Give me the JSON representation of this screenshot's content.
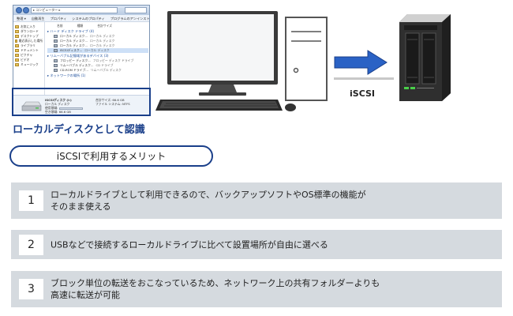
{
  "explorer": {
    "path": "▸ コンピューター ▸",
    "menu": [
      "整理 ▾",
      "自動再生",
      "プロパティ",
      "システムのプロパティ",
      "プログラムのアンインストールと変更"
    ],
    "sidebar": [
      "お気に入り",
      "ダウンロード",
      "デスクトップ",
      "最近表示した場所",
      "",
      "ライブラリ",
      "ドキュメント",
      "ピクチャ",
      "ビデオ",
      "ミュージック"
    ],
    "columns": [
      "名前",
      "種類",
      "合計サイズ"
    ],
    "group_hdd": "▸ ハード ディスク ドライブ (4)",
    "hdd_rows": [
      {
        "name": "ローカル ディスク...",
        "type": "ローカル ディスク"
      },
      {
        "name": "ローカル ディスク...",
        "type": "ローカル ディスク"
      },
      {
        "name": "ローカル ディスク...",
        "type": "ローカル ディスク"
      },
      {
        "name": "ISCSIディスク...",
        "type": "ローカル ディスク"
      }
    ],
    "group_removable": "▸ リムーバブル記憶域があるデバイス (3)",
    "removable_rows": [
      {
        "name": "フロッピー ディスク...",
        "type": "フロッピー ディスク ドライブ"
      },
      {
        "name": "リムーバブル ディスク...",
        "type": "CD ドライブ"
      },
      {
        "name": "CD-ROM ドライブ...",
        "type": "リムーバブル ディスク"
      }
    ],
    "group_network": "▸ ネットワークの場所 (1)",
    "details": {
      "drive_name": "ISCSIディスク (I:)",
      "drive_type": "ローカル ディスク",
      "used_label": "使用領域:",
      "free_label": "空き領域:",
      "free_value": "66.6 GB",
      "total_label": "合計サイズ:",
      "total_value": "66.6 GB",
      "fs_label": "ファイル システム:",
      "fs_value": "NTFS"
    }
  },
  "caption": "ローカルディスクとして認識",
  "iscsi_label": "iSCSI",
  "merits_title": "iSCSIで利用するメリット",
  "merits": [
    {
      "num": "1",
      "text": "ローカルドライブとして利用できるので、バックアップソフトやOS標準の機能が\nそのまま使える"
    },
    {
      "num": "2",
      "text": "USBなどで接続するローカルドライブに比べて設置場所が自由に選べる"
    },
    {
      "num": "3",
      "text": "ブロック単位の転送をおこなっているため、ネットワーク上の共有フォルダーよりも\n高速に転送が可能"
    }
  ],
  "colors": {
    "accent": "#1a3f8a",
    "arrow": "#2a62c5",
    "merit_bg": "#d5dadf",
    "line_gray": "#c8c8c8"
  }
}
